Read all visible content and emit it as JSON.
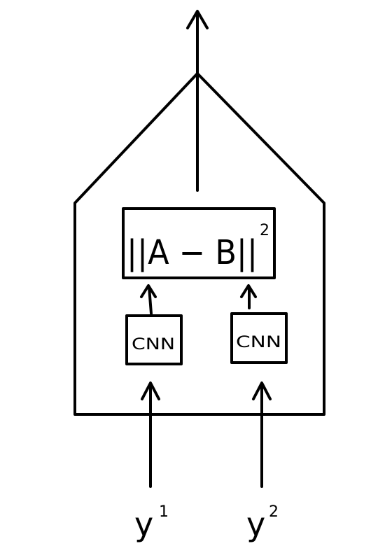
{
  "diagram": {
    "norm_label": "||A − B||",
    "norm_exponent": "2",
    "left_encoder_label": "CNN",
    "right_encoder_label": "CNN",
    "input_left_label": "y",
    "input_left_superscript": "1",
    "input_right_label": "y",
    "input_right_superscript": "2",
    "ink_color": "#000000",
    "background_color": "#ffffff"
  }
}
